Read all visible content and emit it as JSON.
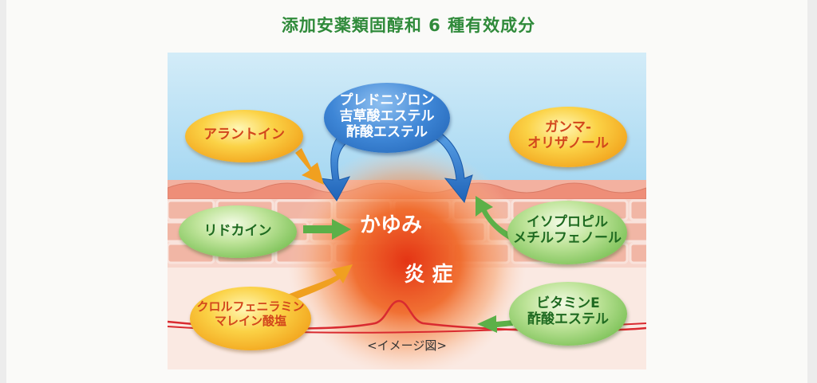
{
  "title": "添加安薬類固醇和 6 種有效成分",
  "center": {
    "itch": "かゆみ",
    "inflammation": "炎 症"
  },
  "ingredients": {
    "allantoin": "アラントイン",
    "prednisolone": [
      "プレドニゾロン",
      "吉草酸エステル",
      "酢酸エステル"
    ],
    "gamma_oryzanol": [
      "ガンマ-",
      "オリザノール"
    ],
    "lidocaine": "リドカイン",
    "isopropylmethylphenol": [
      "イソプロピル",
      "メチルフェノール"
    ],
    "chlorpheniramine": [
      "クロルフェニラミン",
      "マレイン酸塩"
    ],
    "vitamin_e": [
      "ビタミンE",
      "酢酸エステル"
    ]
  },
  "caption": "<イメージ図>",
  "colors": {
    "title_green": "#2f8a3a",
    "orange_text": "#d2461c",
    "green_text": "#1e6a20",
    "glow_red": "#e8401a"
  }
}
